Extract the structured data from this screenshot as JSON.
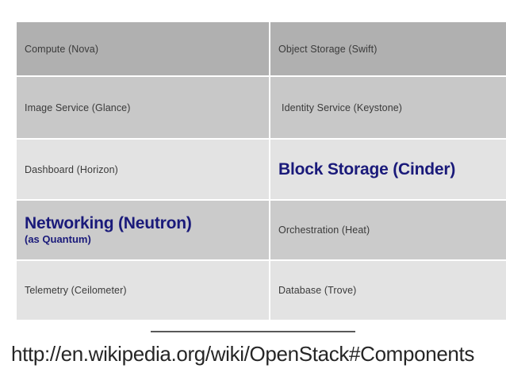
{
  "slide": {
    "table": {
      "columns": 2,
      "rows": [
        {
          "left": {
            "label": "Compute (Nova)",
            "highlight": false,
            "sub": ""
          },
          "right": {
            "label": "Object Storage (Swift)",
            "highlight": false,
            "sub": ""
          }
        },
        {
          "left": {
            "label": "Image Service (Glance)",
            "highlight": false,
            "sub": ""
          },
          "right": {
            "label": "Identity Service (Keystone)",
            "highlight": false,
            "sub": ""
          }
        },
        {
          "left": {
            "label": "Dashboard (Horizon)",
            "highlight": false,
            "sub": ""
          },
          "right": {
            "label": "Block Storage (Cinder)",
            "highlight": true,
            "sub": ""
          }
        },
        {
          "left": {
            "label": "Networking (Neutron)",
            "highlight": true,
            "sub": "(as Quantum)"
          },
          "right": {
            "label": "Orchestration (Heat)",
            "highlight": false,
            "sub": ""
          }
        },
        {
          "left": {
            "label": "Telemetry (Ceilometer)",
            "highlight": false,
            "sub": ""
          },
          "right": {
            "label": "Database (Trove)",
            "highlight": false,
            "sub": ""
          }
        }
      ]
    },
    "source_url": "http://en.wikipedia.org/wiki/OpenStack#Components",
    "colors": {
      "highlight_text": "#1a1a7a",
      "body_text": "#3a3a3a",
      "url_text": "#262626",
      "rule": "#595959",
      "row_shade_1": "#b0b0b0",
      "row_shade_2": "#c8c8c8",
      "row_shade_3": "#e3e3e3",
      "row_shade_4": "#cbcbcb",
      "row_shade_5": "#e3e3e3",
      "cell_gap": "#ffffff",
      "background": "#ffffff"
    }
  }
}
